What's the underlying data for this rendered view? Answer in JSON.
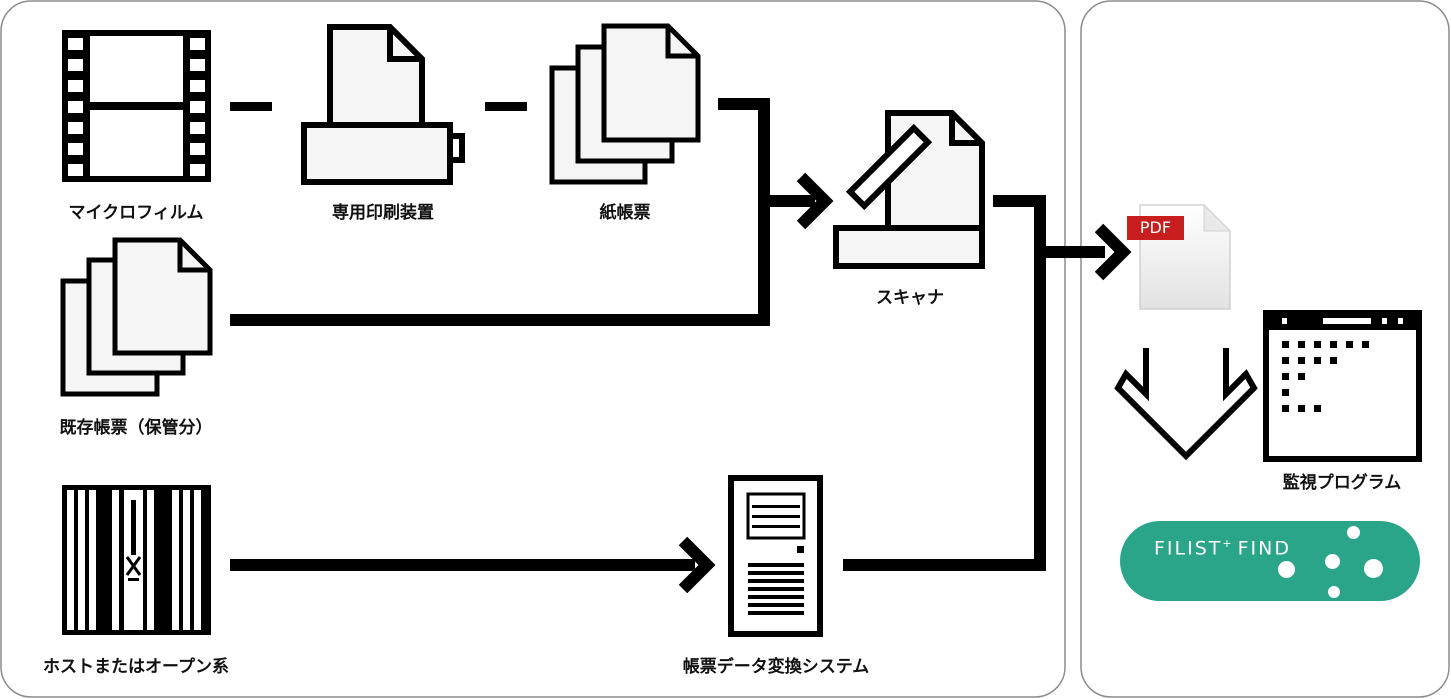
{
  "labels": {
    "microfilm": "マイクロフィルム",
    "printer": "専用印刷装置",
    "paper_forms": "紙帳票",
    "existing_forms": "既存帳票（保管分）",
    "host": "ホストまたはオープン系",
    "form_system": "帳票データ変換システム",
    "scanner": "スキャナ",
    "monitor_program": "監視プログラム"
  },
  "pdf": {
    "badge": "PDF"
  },
  "logo": {
    "name": "FILIST",
    "plus": "+",
    "product": "FIND",
    "color": "#2aa58a"
  },
  "colors": {
    "line": "#000000",
    "panel_border": "#8c8c8c",
    "doc_fill": "#f4f5f4",
    "pdf_red": "#c81e1e"
  }
}
